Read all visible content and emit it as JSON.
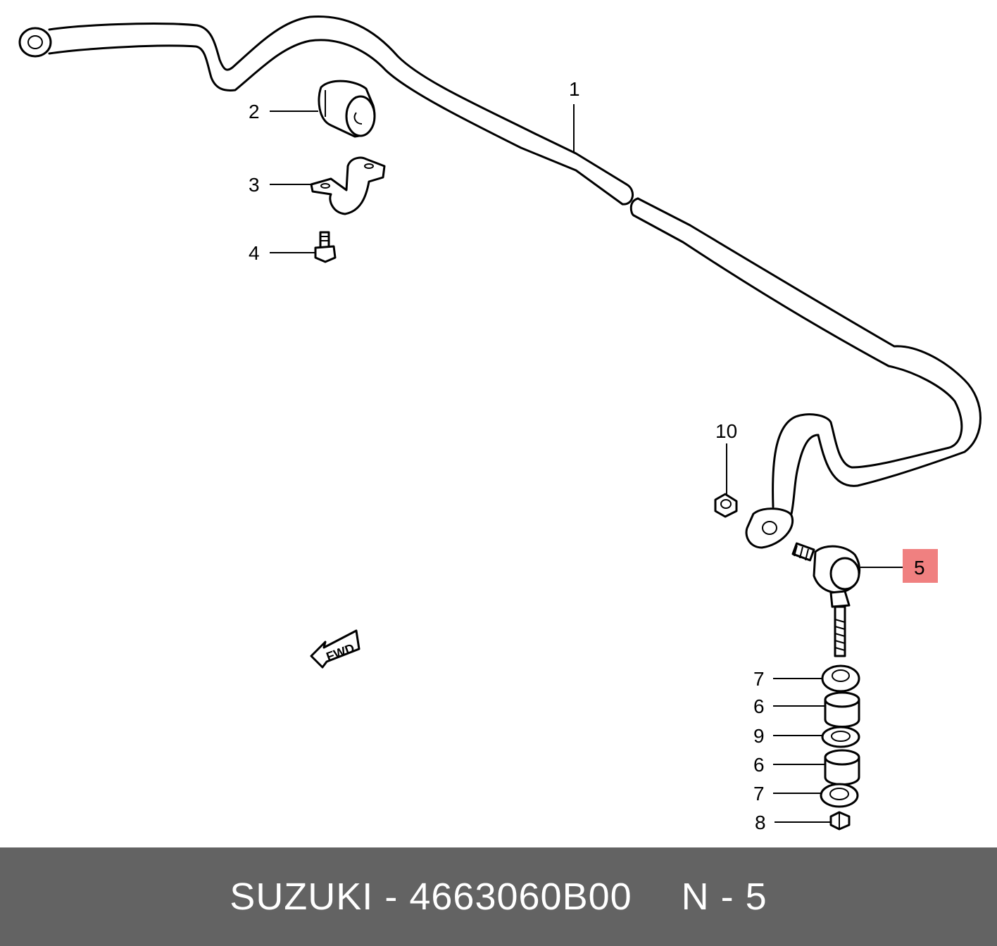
{
  "callouts": {
    "c1": "1",
    "c2": "2",
    "c3": "3",
    "c4": "4",
    "c5": "5",
    "c10": "10",
    "c7a": "7",
    "c6a": "6",
    "c9": "9",
    "c6b": "6",
    "c7b": "7",
    "c8": "8"
  },
  "fwd_label": "FWD",
  "highlight_color": "#f08080",
  "footer": {
    "brand": "SUZUKI",
    "separator": "-",
    "part_number": "4663060B00",
    "position_label": "N - 5"
  }
}
